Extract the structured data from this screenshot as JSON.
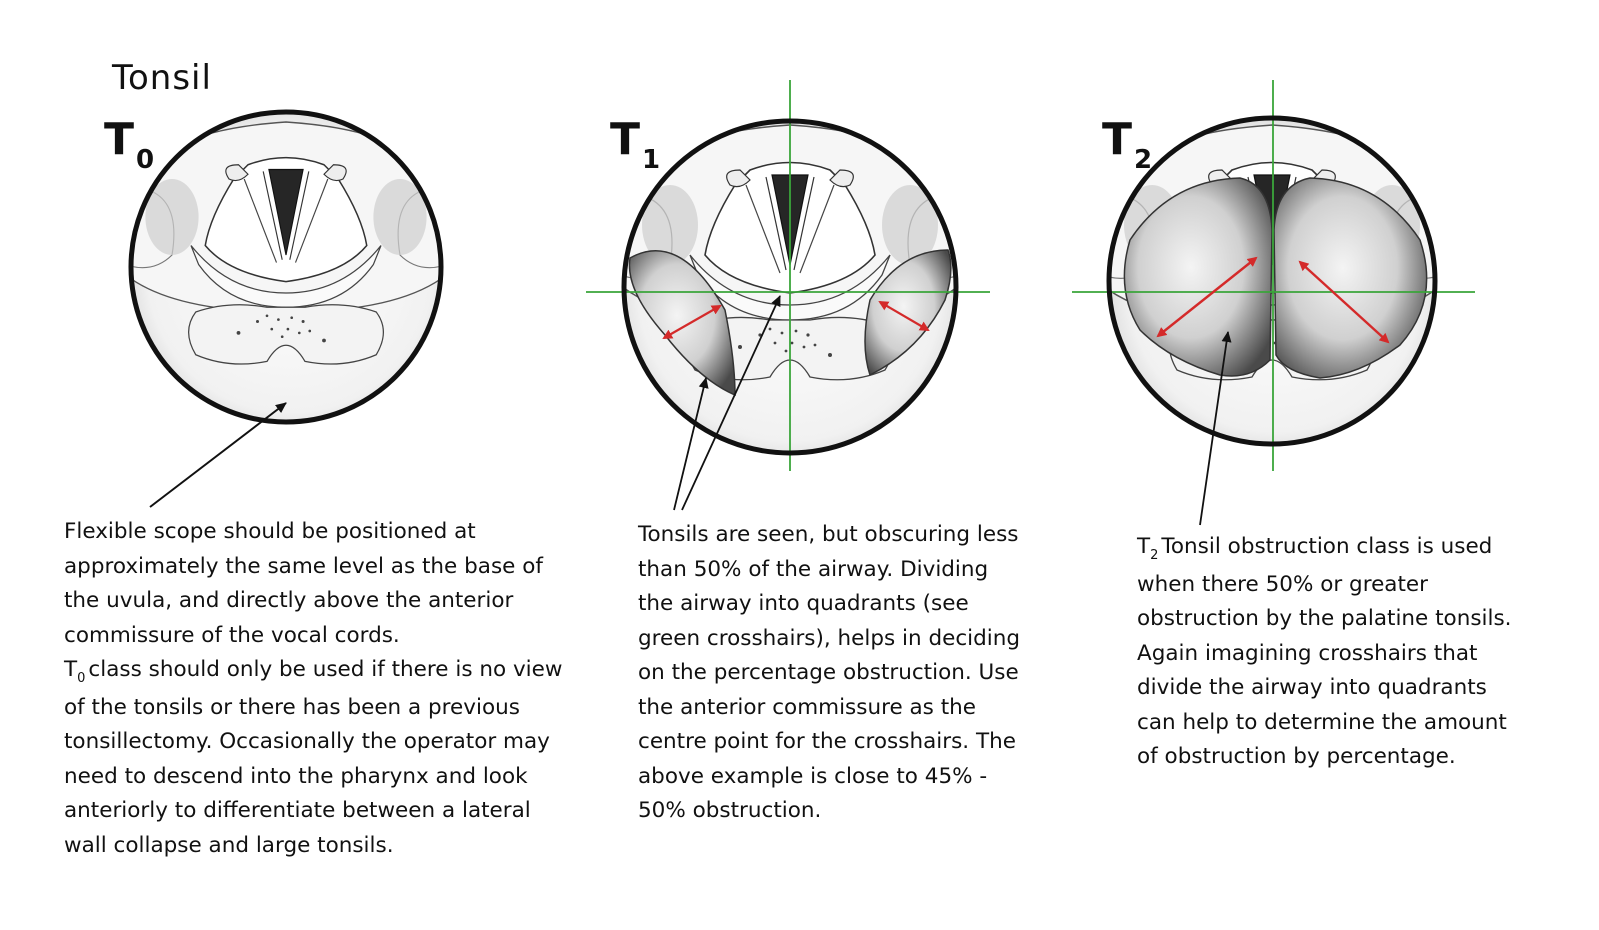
{
  "title": "Tonsil",
  "classes": [
    {
      "id": "T0",
      "letter": "T",
      "subscript": "0",
      "description": [
        "Flexible scope should be positioned at approximately the same level as the base of the uvula, and directly above the anterior commissure of the vocal cords.",
        "class should only be used if there is no view of the tonsils or there has been a previous tonsillectomy.  Occasionally the operator may need to descend into the pharynx and look anteriorly to differentiate between a lateral wall collapse and large tonsils."
      ]
    },
    {
      "id": "T1",
      "letter": "T",
      "subscript": "1",
      "description": [
        "Tonsils are seen, but obscuring less than 50% of the airway.  Dividing the airway into quadrants (see green crosshairs), helps in deciding on the percentage obstruction. Use the anterior commissure as the centre point for the crosshairs. The above example is close to 45% - 50% obstruction."
      ]
    },
    {
      "id": "T2",
      "letter": "T",
      "subscript": "2",
      "description": [
        "Tonsil obstruction class is used when there 50% or greater obstruction by the palatine tonsils. Again imagining crosshairs that divide the airway into quadrants can help to determine the amount of obstruction by percentage."
      ]
    }
  ],
  "colors": {
    "crosshair": "#3aa53a",
    "measure_arrow": "#d42a2a",
    "pointer": "#111111",
    "outline": "#111111"
  }
}
